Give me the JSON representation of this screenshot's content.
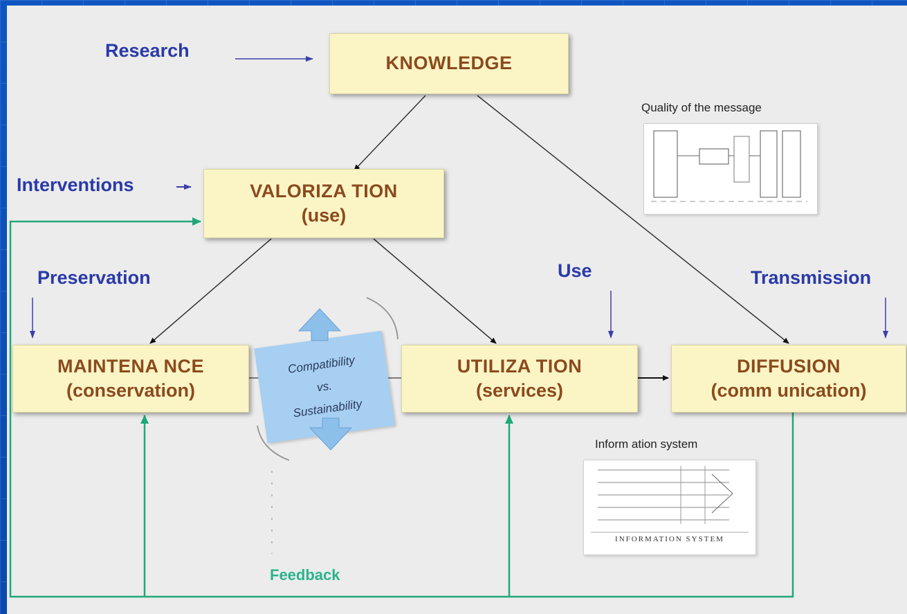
{
  "boxes": {
    "knowledge": {
      "title": "KNOWLEDGE"
    },
    "valorization": {
      "title": "VALORIZA TION",
      "sub": "(use)"
    },
    "maintenance": {
      "title": "MAINTENA NCE",
      "sub": "(conservation)"
    },
    "utilization": {
      "title": "UTILIZA TION",
      "sub": "(services)"
    },
    "diffusion": {
      "title": "DIFFUSION",
      "sub": "(comm unication)"
    }
  },
  "labels": {
    "research": "Research",
    "interventions": "Interventions",
    "preservation": "Preservation",
    "use": "Use",
    "transmission": "Transmission",
    "feedback": "Feedback"
  },
  "compatibility": {
    "line1": "Compatibility",
    "line2": "vs.",
    "line3": "Sustainability"
  },
  "thumbnails": {
    "quality_caption": "Quality of the message",
    "info_caption": "Inform ation system",
    "info_inner": "INFORMATION SYSTEM"
  },
  "colors": {
    "box_fill": "#fbf5c6",
    "box_text": "#8b4a1d",
    "label_blue": "#2a3aa8",
    "feedback_green": "#2ab48a",
    "slide_blue": "#0b4fb3"
  }
}
